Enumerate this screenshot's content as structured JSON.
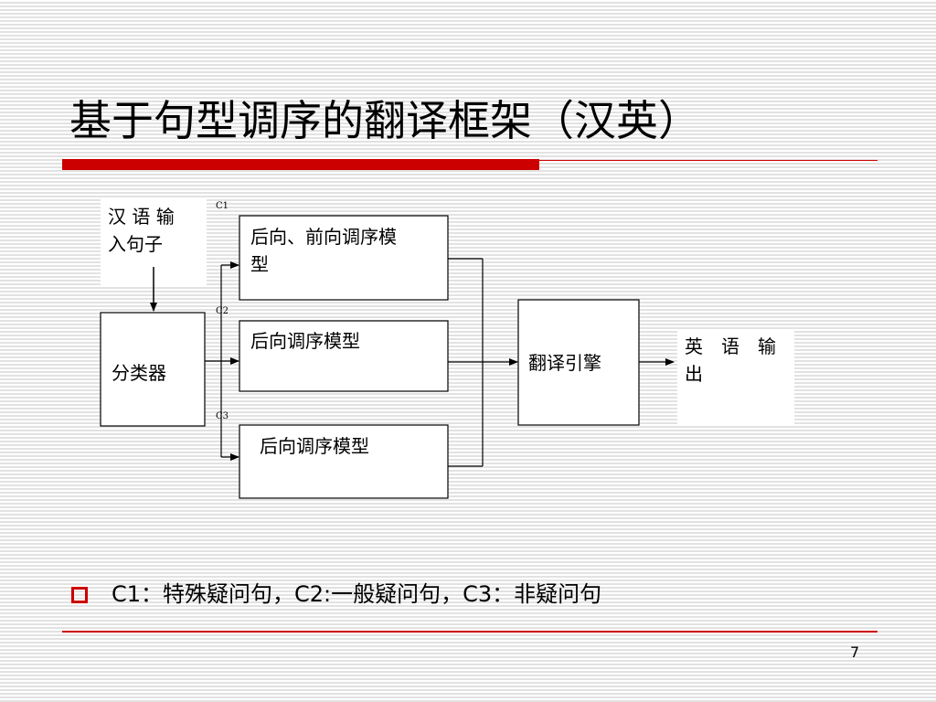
{
  "slide": {
    "title": "基于句型调序的翻译框架（汉英）",
    "page_number": "7"
  },
  "diagram": {
    "input_label": "汉 语 输\n入句子",
    "classifier_label": "分类器",
    "models": [
      {
        "label": "后向、前向调序模\n型",
        "condition": "C1"
      },
      {
        "label": "后向调序模型",
        "condition": "C2"
      },
      {
        "label": "后向调序模型",
        "condition": "C3"
      }
    ],
    "engine_label": "翻译引擎",
    "output_label": "英　语　输\n出"
  },
  "bullets": [
    {
      "text": "C1：特殊疑问句，C2:一般疑问句，C3：非疑问句"
    }
  ],
  "colors": {
    "accent": "#cc0000"
  }
}
